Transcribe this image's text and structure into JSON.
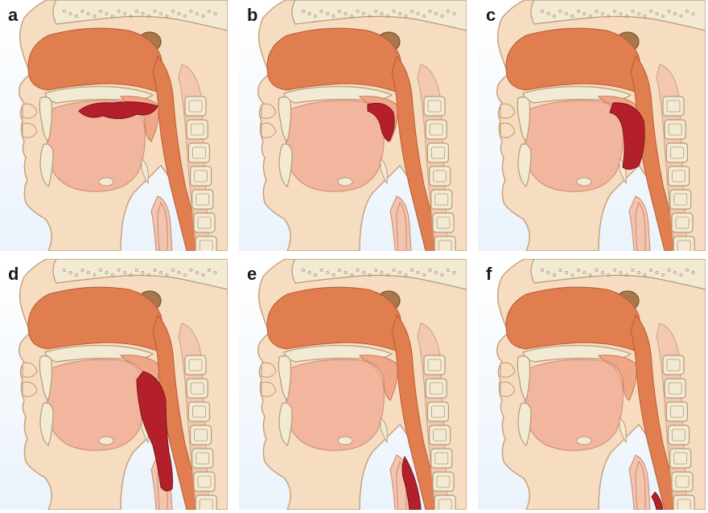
{
  "figure": {
    "panels": [
      {
        "id": "a",
        "label": "a",
        "bolus_stage": 0
      },
      {
        "id": "b",
        "label": "b",
        "bolus_stage": 1
      },
      {
        "id": "c",
        "label": "c",
        "bolus_stage": 2
      },
      {
        "id": "d",
        "label": "d",
        "bolus_stage": 3
      },
      {
        "id": "e",
        "label": "e",
        "bolus_stage": 4
      },
      {
        "id": "f",
        "label": "f",
        "bolus_stage": 5
      }
    ],
    "colors": {
      "skin": "#f6dcc0",
      "skin_outline": "#c9a27d",
      "bone": "#f3ead4",
      "bone_outline": "#b59a78",
      "nasal_cavity": "#e07e50",
      "tongue": "#f2b59d",
      "pharynx": "#e99a78",
      "bolus": "#b3202b",
      "background": "#eaf3fb",
      "sinus": "#a8784a"
    }
  }
}
